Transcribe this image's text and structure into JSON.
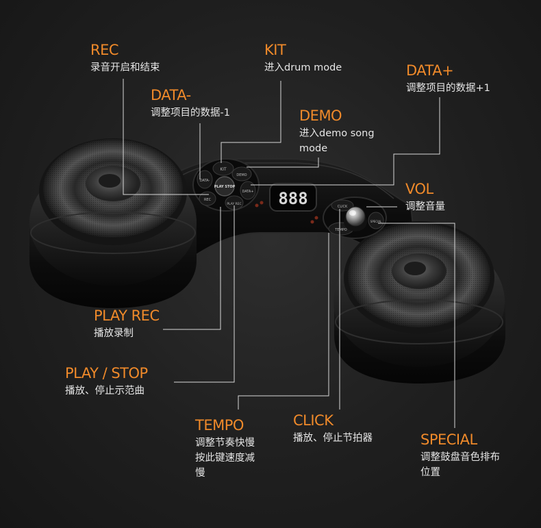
{
  "callouts": {
    "rec": {
      "title": "REC",
      "desc": "录音开启和结束"
    },
    "kit": {
      "title": "KIT",
      "desc": "进入drum mode"
    },
    "data_plus": {
      "title": "DATA+",
      "desc": "调整项目的数据+1"
    },
    "data_minus": {
      "title": "DATA-",
      "desc": "调整项目的数据-1"
    },
    "demo": {
      "title": "DEMO",
      "desc_line1": "进入demo song",
      "desc_line2": "mode"
    },
    "vol": {
      "title": "VOL",
      "desc": "调整音量"
    },
    "play_rec": {
      "title": "PLAY REC",
      "desc": "播放录制"
    },
    "play_stop": {
      "title": "PLAY / STOP",
      "desc": "播放、停止示范曲"
    },
    "tempo": {
      "title": "TEMPO",
      "desc_line1": "调整节奏快慢",
      "desc_line2": "按此键速度减",
      "desc_line3": "慢"
    },
    "click": {
      "title": "CLICK",
      "desc": "播放、停止节拍器"
    },
    "special": {
      "title": "SPECIAL",
      "desc_line1": "调整鼓盘音色排布",
      "desc_line2": "位置"
    }
  },
  "device": {
    "display": "888",
    "buttons": {
      "kit": "KIT",
      "data_minus": "DATA-",
      "demo": "DEMO",
      "data_plus": "DATA+",
      "rec": "REC",
      "play_rec": "PLAY REC",
      "play_stop": "PLAY STOP",
      "tempo": "TEMPO",
      "special": "SPECIAL",
      "click": "CLICK"
    }
  },
  "colors": {
    "accent_orange": "#f08a2a",
    "desc_text": "#e6e6e6",
    "leader_line": "#d9d9d9",
    "background": "#222222"
  }
}
